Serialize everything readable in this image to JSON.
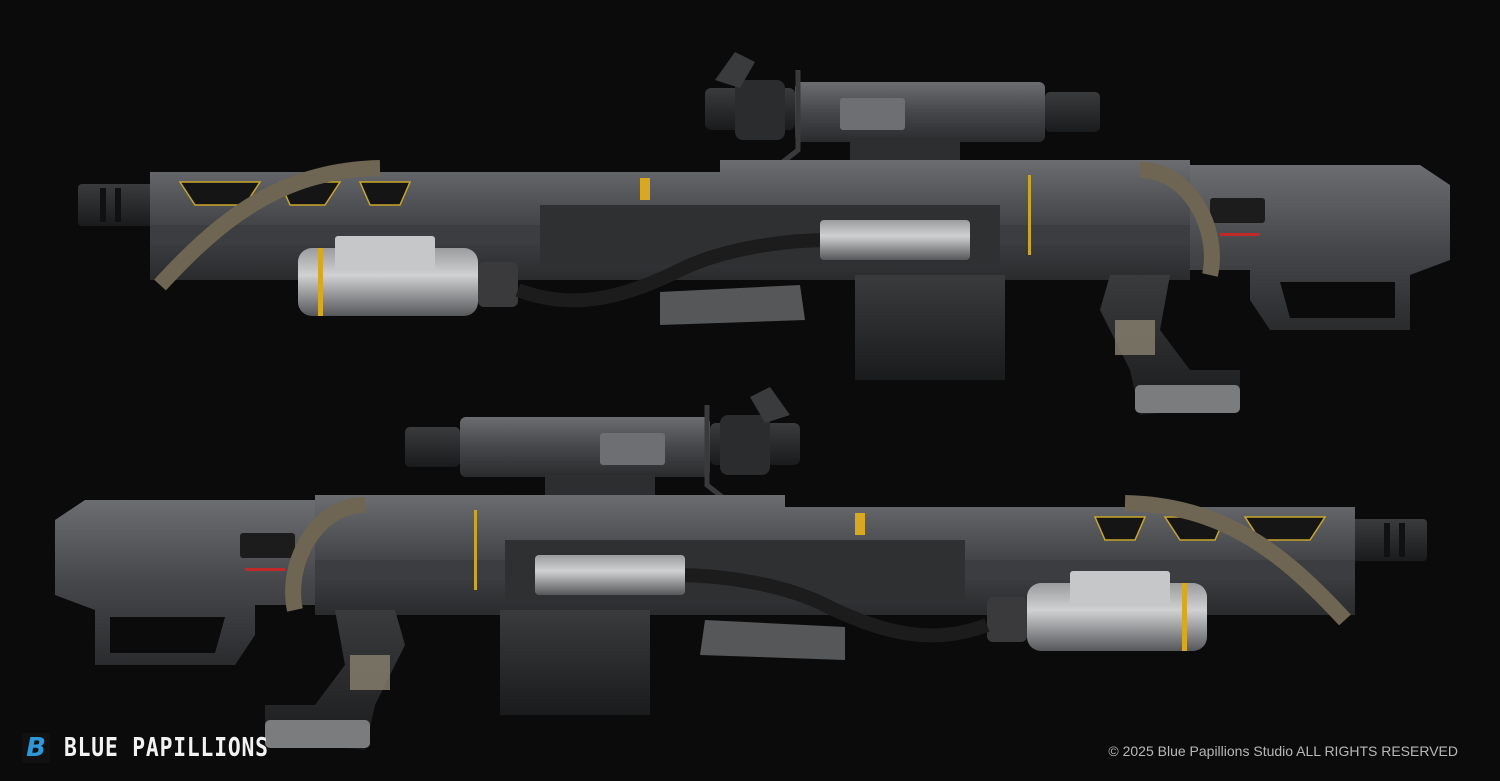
{
  "brand": {
    "name": "BLUE PAPILLIONS",
    "logo_letter": "B",
    "accent": "#2e97d8"
  },
  "footer": {
    "copyright": "© 2025 Blue Papillions Studio ALL RIGHTS RESERVED"
  },
  "colors": {
    "background": "#0b0b0c",
    "metal": "#4a4c4f",
    "strap": "#6e6552",
    "yellow": "#d7a820"
  }
}
